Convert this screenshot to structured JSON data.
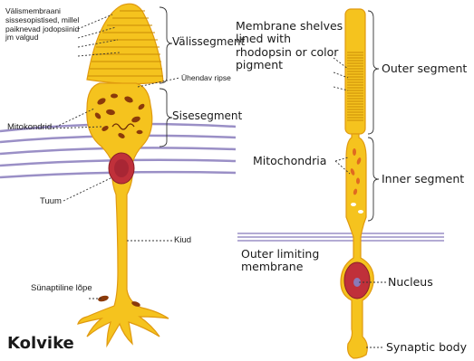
{
  "left_diagram": {
    "title": "Kolvike",
    "labels": {
      "outer_membrane_note": "Välismembraani sissesopistised, millel paiknevad jodopsiinid jm valgud",
      "outer_segment": "Välissegment",
      "connecting_cilium": "Ühendav ripse",
      "mitochondria": "Mitokondrid",
      "inner_segment": "Sisesegment",
      "nucleus": "Tuum",
      "fiber": "Kiud",
      "synaptic_end": "Sünaptiline lõpe"
    }
  },
  "right_diagram": {
    "labels": {
      "membrane_shelves": "Membrane shelves lined with rhodopsin or color pigment",
      "outer_segment": "Outer segment",
      "mitochondria": "Mitochondria",
      "inner_segment": "Inner segment",
      "outer_limiting_membrane": "Outer limiting membrane",
      "nucleus": "Nucleus",
      "synaptic_body": "Synaptic body"
    }
  },
  "colors": {
    "cell_fill": "#f5c31e",
    "cell_outline": "#e09a10",
    "organelle": "#8b3a0a",
    "nucleus": "#c0303a",
    "nucleolus": "#8a7ab8",
    "membrane_band": "#9a8fc6",
    "leader": "#333333"
  }
}
